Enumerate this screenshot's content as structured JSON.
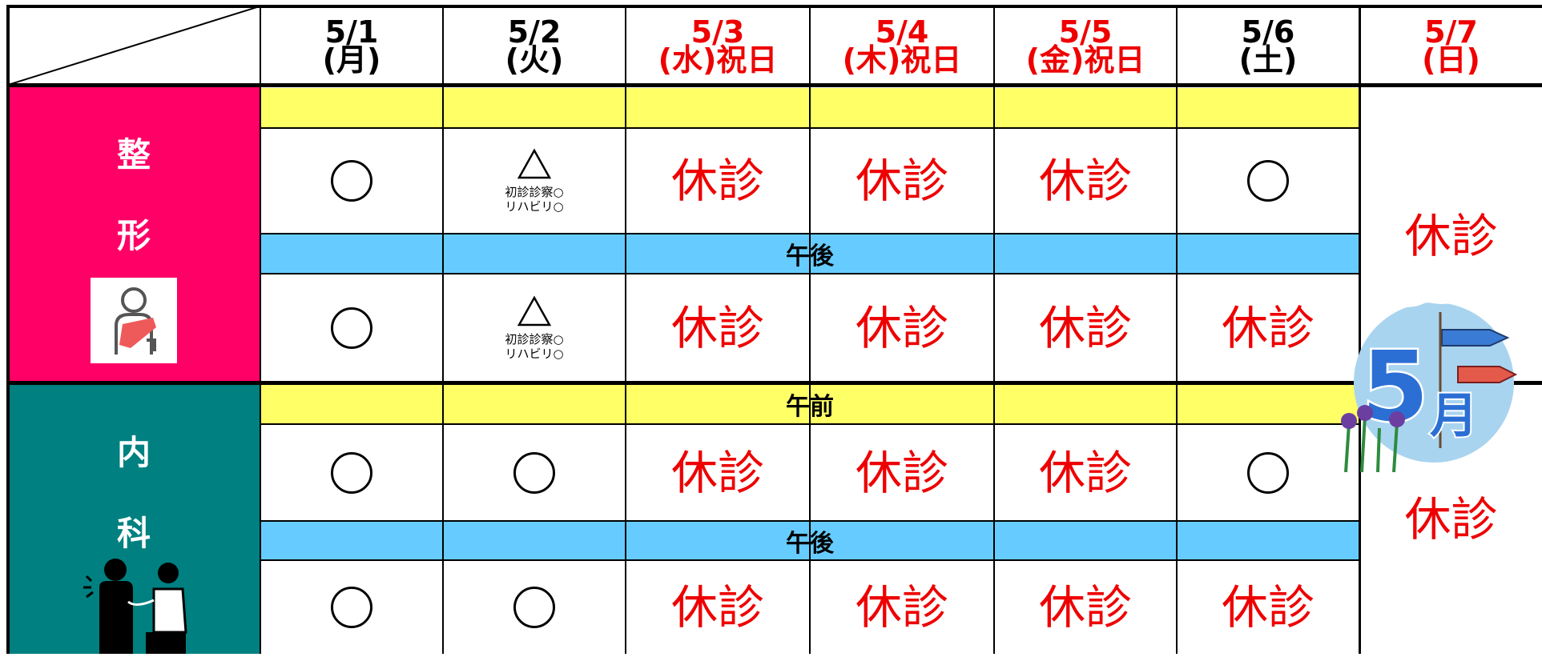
{
  "colors": {
    "ortho_bg": "#ff0066",
    "internal_bg": "#008080",
    "am_band": "#ffff66",
    "pm_band": "#66ccff",
    "closed_text": "#ee0000",
    "holiday_header": "#ee0000"
  },
  "days": [
    {
      "date": "5/1",
      "dow": "(月)",
      "holiday": false
    },
    {
      "date": "5/2",
      "dow": "(火)",
      "holiday": false
    },
    {
      "date": "5/3",
      "dow": "(水)祝日",
      "holiday": true
    },
    {
      "date": "5/4",
      "dow": "(木)祝日",
      "holiday": true
    },
    {
      "date": "5/5",
      "dow": "(金)祝日",
      "holiday": true
    },
    {
      "date": "5/6",
      "dow": "(土)",
      "holiday": false
    },
    {
      "date": "5/7",
      "dow": "(日)",
      "holiday": true
    }
  ],
  "bands": {
    "ortho_am": "",
    "ortho_pm": "午後",
    "internal_am": "午前",
    "internal_pm": "午後"
  },
  "symbols": {
    "open": "○",
    "partial": "△",
    "closed": "休診"
  },
  "partial_note": {
    "line1": "初診診察○",
    "line2": "リハビリ○"
  },
  "departments": {
    "ortho": {
      "char1": "整",
      "char2": "形",
      "icon": "arm-sling-patient-icon"
    },
    "internal": {
      "char1": "内",
      "char2": "科",
      "icon": "doctor-examining-patient-icon"
    }
  },
  "schedule": {
    "ortho_am": [
      "open",
      "partial",
      "closed",
      "closed",
      "closed",
      "open"
    ],
    "ortho_pm": [
      "open",
      "partial",
      "closed",
      "closed",
      "closed",
      "closed"
    ],
    "internal_am": [
      "open",
      "open",
      "closed",
      "closed",
      "closed",
      "open"
    ],
    "internal_pm": [
      "open",
      "open",
      "closed",
      "closed",
      "closed",
      "closed"
    ]
  },
  "sunday": {
    "ortho": "休診",
    "internal": "休診"
  },
  "badge": {
    "number": "5",
    "month": "月",
    "icon": "carp-streamer-may-badge"
  }
}
